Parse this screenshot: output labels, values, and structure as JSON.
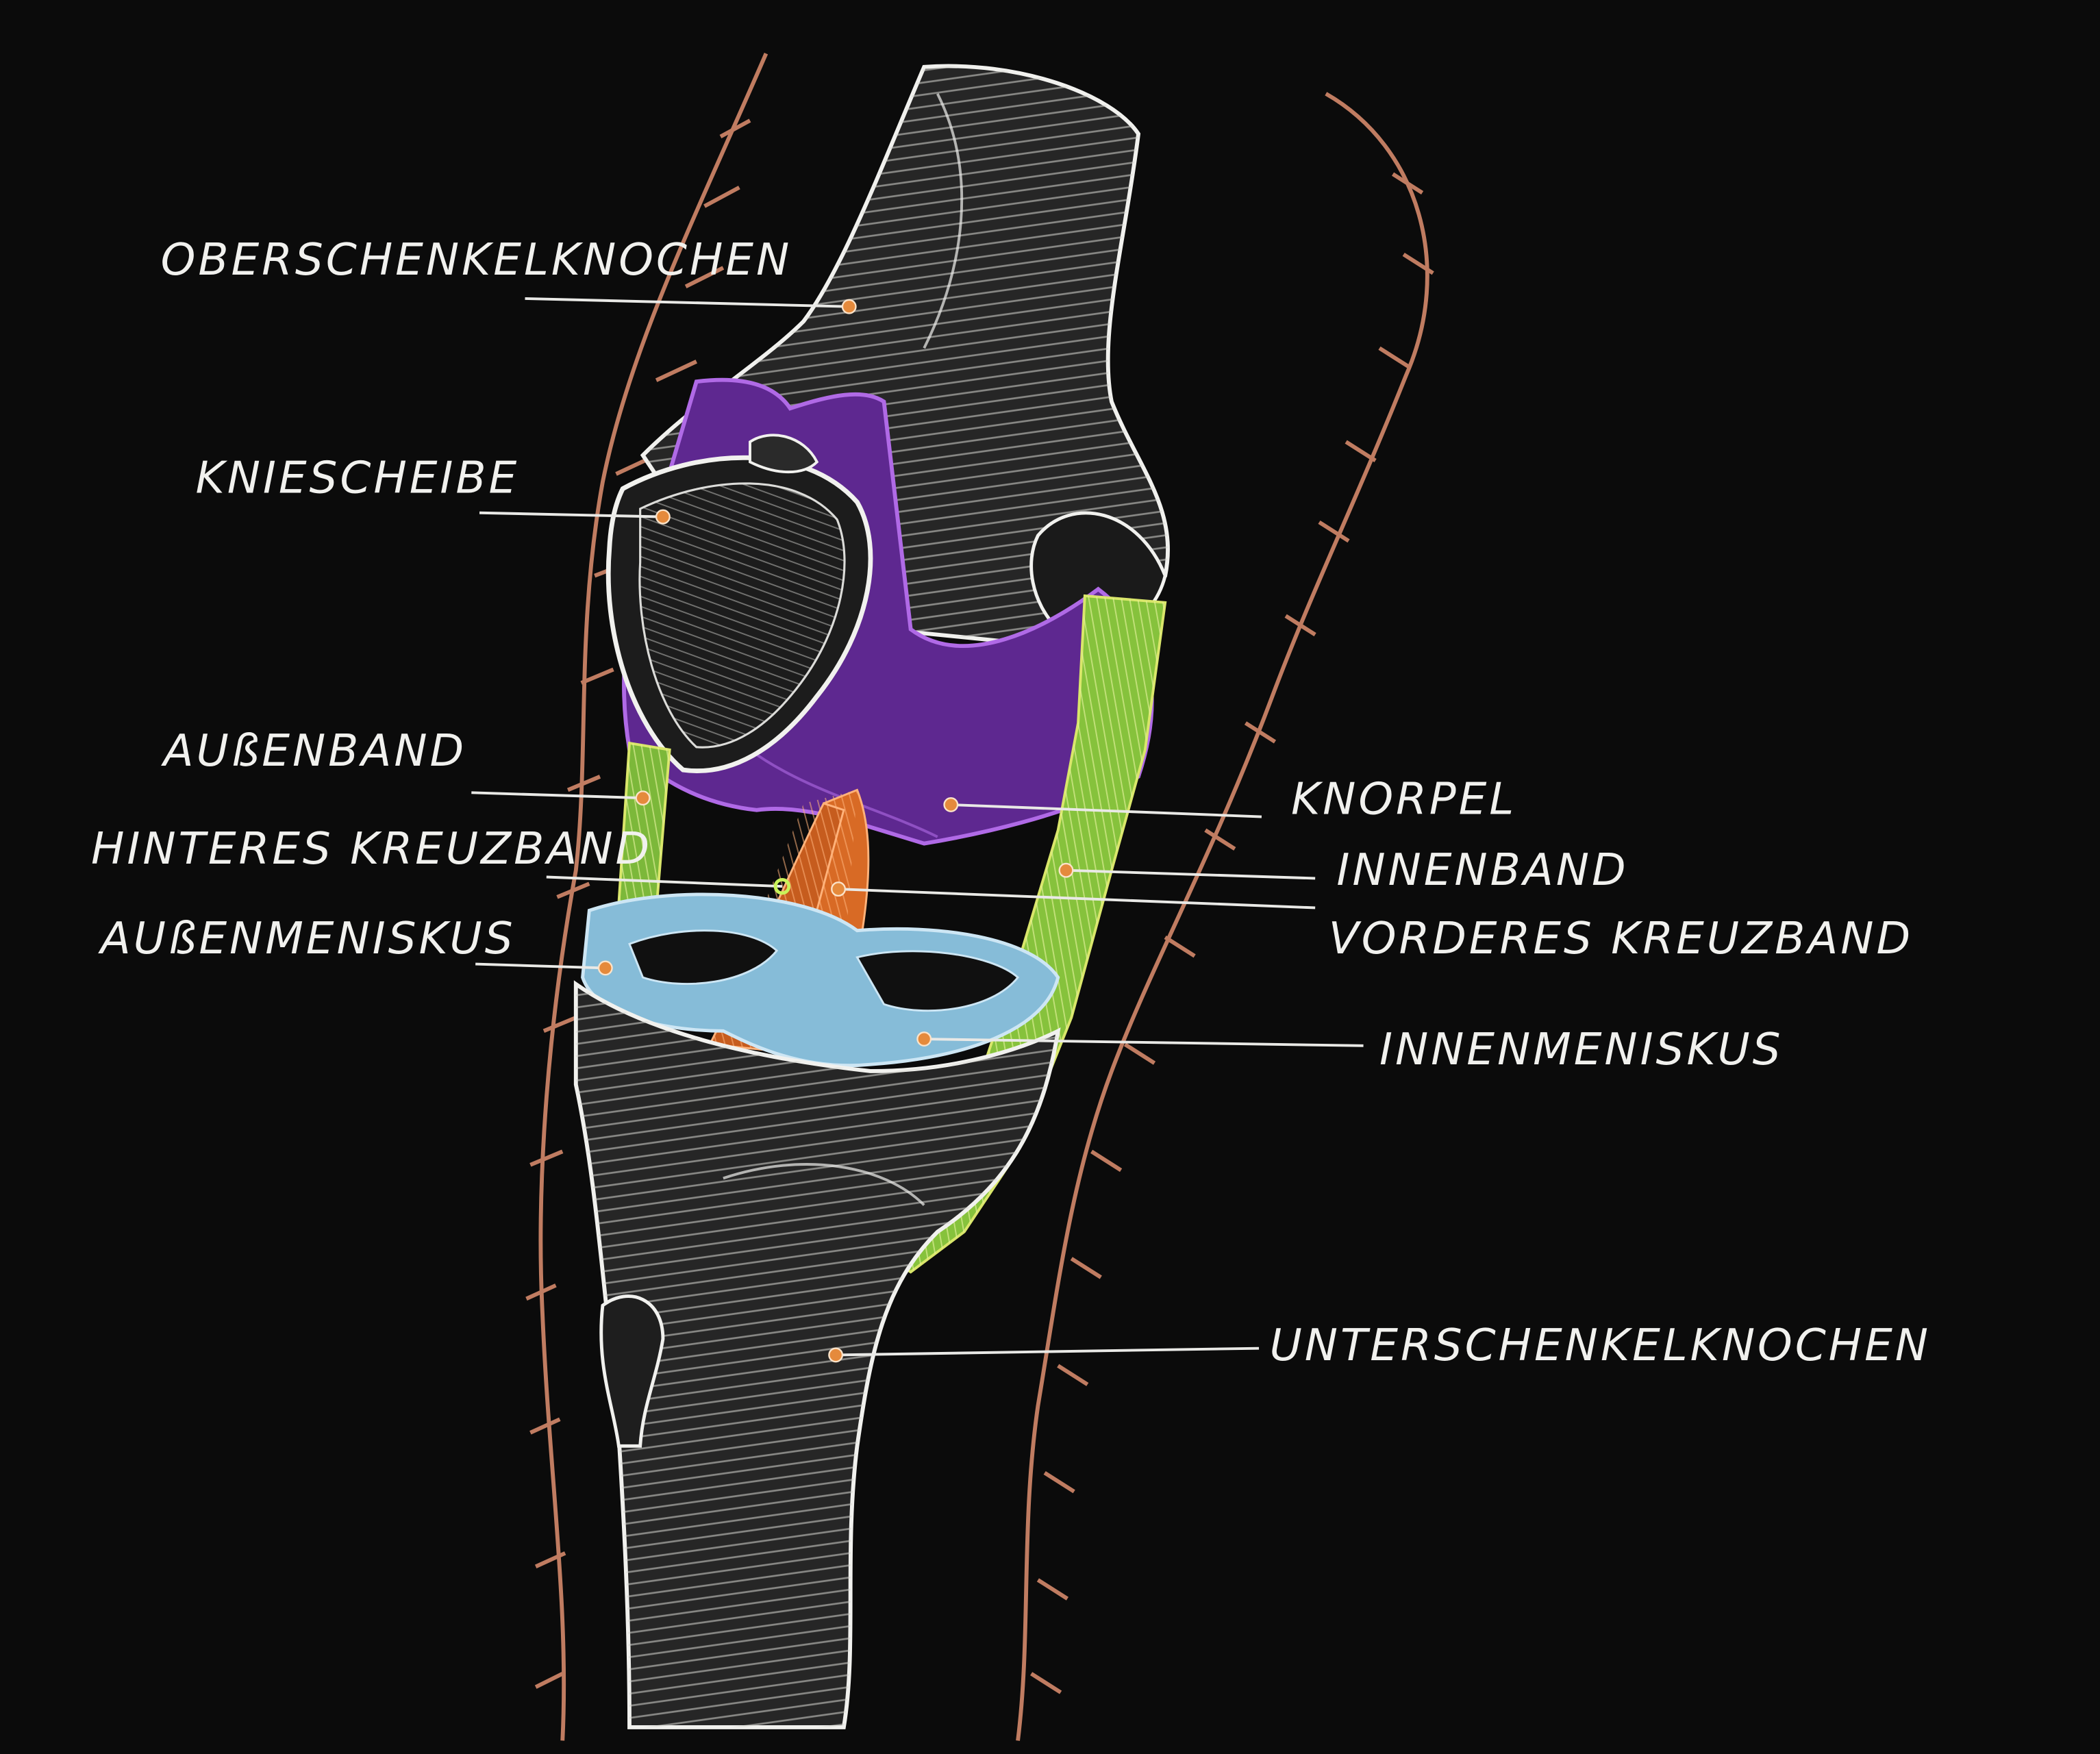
{
  "labels": {
    "oberschenkelknochen": "OBERSCHENKELKNOCHEN",
    "kniescheibe": "KNIESCHEIBE",
    "aussenband": "AUßENBAND",
    "hinteres_kreuzband": "HINTERES KREUZBAND",
    "aussenmeniskus": "AUßENMENISKUS",
    "knorpel": "KNORPEL",
    "innenband": "INNENBAND",
    "vorderes_kreuzband": "VORDERES KREUZBAND",
    "innenmeniskus": "INNENMENISKUS",
    "unterschenkelknochen": "UNTERSCHENKELKNOCHEN"
  },
  "colors": {
    "background": "#0b0b0b",
    "chalk_white": "#f1f1ee",
    "bone_shadow": "#3a3a3a",
    "cartilage_purple": "#6a2e9a",
    "cartilage_outline": "#b06ae6",
    "ligament_green": "#8cc63f",
    "ligament_yellow": "#d9e66a",
    "cruciate_orange": "#d86a25",
    "meniscus_blue": "#8fc4e0",
    "skin_outline": "#e09070",
    "marker_dot": "#e58a3c"
  }
}
